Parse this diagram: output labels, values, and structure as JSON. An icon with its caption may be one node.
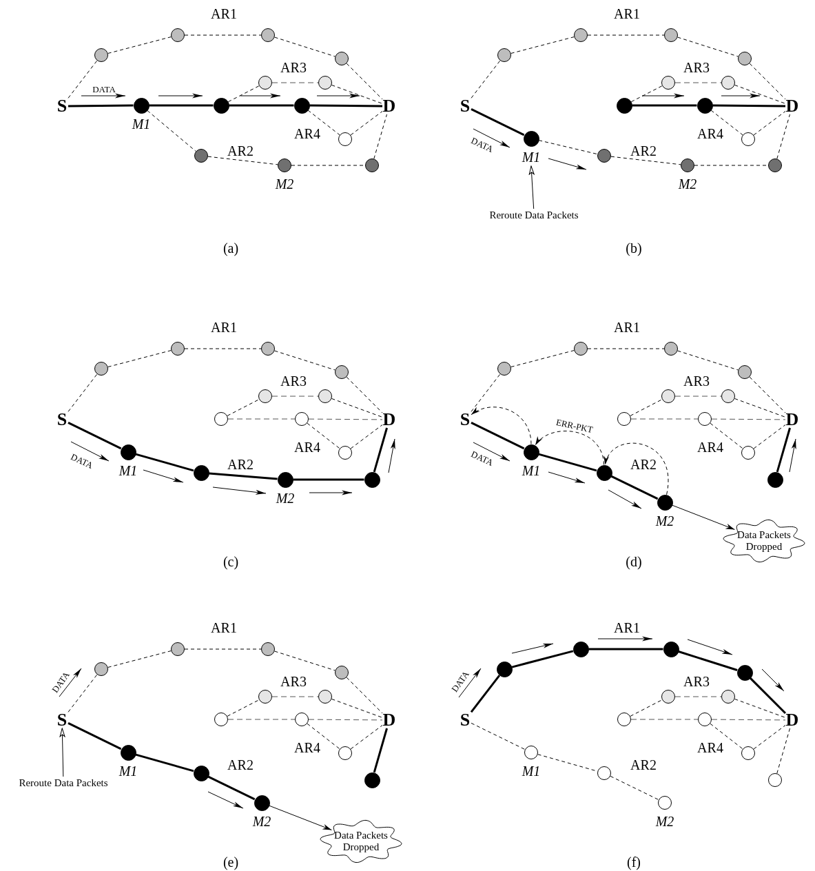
{
  "diagram": {
    "nodes": [
      {
        "text": [
          "S"
        ]
      },
      {
        "text": [],
        "shape": "circle"
      },
      {
        "text": [],
        "shape": "circle"
      },
      {
        "text": [],
        "shape": "circle"
      },
      {
        "text": [],
        "shape": "circle"
      },
      {
        "text": [],
        "shape": "circle"
      },
      {
        "text": [],
        "shape": "circle"
      },
      {
        "text": [],
        "shape": "circle",
        "beside": [
          "M1"
        ]
      },
      {
        "text": [],
        "shape": "circle"
      },
      {
        "text": [],
        "shape": "circle"
      },
      {
        "text": [],
        "shape": "circle"
      },
      {
        "text": [],
        "shape": "circle"
      },
      {
        "text": [],
        "shape": "circle",
        "beside": [
          "M2"
        ]
      },
      {
        "text": [],
        "shape": "circle"
      },
      {
        "text": [
          "D"
        ]
      },
      {
        "text": [
          "S"
        ]
      },
      {
        "text": [],
        "shape": "circle"
      },
      {
        "text": [],
        "shape": "circle"
      },
      {
        "text": [],
        "shape": "circle"
      },
      {
        "text": [],
        "shape": "circle"
      },
      {
        "text": [],
        "shape": "circle"
      },
      {
        "text": [],
        "shape": "circle"
      },
      {
        "text": [],
        "shape": "circle",
        "beside": [
          "M1"
        ]
      },
      {
        "text": [],
        "shape": "circle"
      },
      {
        "text": [],
        "shape": "circle"
      },
      {
        "text": [],
        "shape": "circle"
      },
      {
        "text": [],
        "shape": "circle"
      },
      {
        "text": [],
        "shape": "circle",
        "beside": [
          "M2"
        ]
      },
      {
        "text": [],
        "shape": "circle"
      },
      {
        "text": [
          "D"
        ]
      },
      {
        "text": [
          "Reroute Data Packets"
        ]
      },
      {
        "text": [
          "S"
        ]
      },
      {
        "text": [],
        "shape": "circle"
      },
      {
        "text": [],
        "shape": "circle"
      },
      {
        "text": [],
        "shape": "circle"
      },
      {
        "text": [],
        "shape": "circle"
      },
      {
        "text": [],
        "shape": "circle"
      },
      {
        "text": [],
        "shape": "circle"
      },
      {
        "text": [],
        "shape": "circle"
      },
      {
        "text": [],
        "shape": "circle"
      },
      {
        "text": [],
        "shape": "circle"
      },
      {
        "text": [],
        "shape": "circle",
        "beside": [
          "M1"
        ]
      },
      {
        "text": [],
        "shape": "circle"
      },
      {
        "text": [],
        "shape": "circle",
        "beside": [
          "M2"
        ]
      },
      {
        "text": [],
        "shape": "circle"
      },
      {
        "text": [
          "D"
        ]
      },
      {
        "text": [
          "S"
        ]
      },
      {
        "text": [],
        "shape": "circle"
      },
      {
        "text": [],
        "shape": "circle"
      },
      {
        "text": [],
        "shape": "circle"
      },
      {
        "text": [],
        "shape": "circle"
      },
      {
        "text": [],
        "shape": "circle"
      },
      {
        "text": [],
        "shape": "circle"
      },
      {
        "text": [],
        "shape": "circle"
      },
      {
        "text": [],
        "shape": "circle"
      },
      {
        "text": [],
        "shape": "circle"
      },
      {
        "text": [],
        "shape": "circle",
        "beside": [
          "M1"
        ]
      },
      {
        "text": [],
        "shape": "circle"
      },
      {
        "text": [],
        "shape": "circle",
        "beside": [
          "M2"
        ]
      },
      {
        "text": [],
        "shape": "circle"
      },
      {
        "text": [
          "D"
        ]
      },
      {
        "text": [
          "Data Packets Dropped"
        ]
      },
      {
        "text": [
          "S"
        ]
      },
      {
        "text": [],
        "shape": "circle"
      },
      {
        "text": [],
        "shape": "circle"
      },
      {
        "text": [],
        "shape": "circle"
      },
      {
        "text": [],
        "shape": "circle"
      },
      {
        "text": [],
        "shape": "circle"
      },
      {
        "text": [],
        "shape": "circle"
      },
      {
        "text": [],
        "shape": "circle"
      },
      {
        "text": [],
        "shape": "circle"
      },
      {
        "text": [],
        "shape": "circle"
      },
      {
        "text": [],
        "shape": "circle",
        "beside": [
          "M1"
        ]
      },
      {
        "text": [],
        "shape": "circle"
      },
      {
        "text": [],
        "shape": "circle",
        "beside": [
          "M2"
        ]
      },
      {
        "text": [],
        "shape": "circle"
      },
      {
        "text": [
          "D"
        ]
      },
      {
        "text": [
          "Reroute Data Packets"
        ]
      },
      {
        "text": [
          "Data Packets Dropped"
        ]
      },
      {
        "text": [
          "S"
        ]
      },
      {
        "text": [],
        "shape": "circle"
      },
      {
        "text": [],
        "shape": "circle"
      },
      {
        "text": [],
        "shape": "circle"
      },
      {
        "text": [],
        "shape": "circle"
      },
      {
        "text": [],
        "shape": "circle"
      },
      {
        "text": [],
        "shape": "circle"
      },
      {
        "text": [],
        "shape": "circle"
      },
      {
        "text": [],
        "shape": "circle"
      },
      {
        "text": [],
        "shape": "circle"
      },
      {
        "text": [],
        "shape": "circle",
        "beside": [
          "M1"
        ]
      },
      {
        "text": [],
        "shape": "circle"
      },
      {
        "text": [],
        "shape": "circle",
        "beside": [
          "M2"
        ]
      },
      {
        "text": [],
        "shape": "circle"
      },
      {
        "text": [
          "D"
        ]
      }
    ],
    "edges": [
      {
        "from": 0,
        "to": 1,
        "arrow": "none",
        "style": "dashed"
      },
      {
        "from": 1,
        "to": 2,
        "arrow": "none",
        "style": "dashed"
      },
      {
        "from": 2,
        "to": 3,
        "arrow": "none",
        "style": "dashed"
      },
      {
        "from": 3,
        "to": 4,
        "arrow": "none",
        "style": "dashed"
      },
      {
        "from": 4,
        "to": 14,
        "arrow": "none",
        "style": "dashed"
      },
      {
        "from": 8,
        "to": 5,
        "arrow": "none",
        "style": "dashed"
      },
      {
        "from": 5,
        "to": 6,
        "arrow": "none",
        "style": "dashed",
        "color": "#555555"
      },
      {
        "from": 6,
        "to": 14,
        "arrow": "none",
        "style": "dashed"
      },
      {
        "from": 0,
        "to": 7,
        "arrow": "none",
        "style": "thick"
      },
      {
        "from": 7,
        "to": 8,
        "arrow": "none",
        "style": "thick"
      },
      {
        "from": 8,
        "to": 9,
        "arrow": "none",
        "style": "thick"
      },
      {
        "from": 9,
        "to": 14,
        "arrow": "none",
        "style": "thick"
      },
      {
        "from": 9,
        "to": 10,
        "arrow": "none",
        "style": "dashed"
      },
      {
        "from": 10,
        "to": 14,
        "arrow": "none",
        "style": "dashed"
      },
      {
        "from": 7,
        "to": 11,
        "arrow": "none",
        "style": "dashed"
      },
      {
        "from": 11,
        "to": 12,
        "arrow": "none",
        "style": "dashed"
      },
      {
        "from": 12,
        "to": 13,
        "arrow": "none",
        "style": "dashed"
      },
      {
        "from": 13,
        "to": 14,
        "arrow": "none",
        "style": "dashed"
      },
      {
        "from": 15,
        "to": 16,
        "arrow": "none",
        "style": "dashed"
      },
      {
        "from": 16,
        "to": 17,
        "arrow": "none",
        "style": "dashed"
      },
      {
        "from": 17,
        "to": 18,
        "arrow": "none",
        "style": "dashed"
      },
      {
        "from": 18,
        "to": 19,
        "arrow": "none",
        "style": "dashed"
      },
      {
        "from": 19,
        "to": 29,
        "arrow": "none",
        "style": "dashed"
      },
      {
        "from": 23,
        "to": 20,
        "arrow": "none",
        "style": "dashed"
      },
      {
        "from": 20,
        "to": 21,
        "arrow": "none",
        "style": "dashed",
        "color": "#555555"
      },
      {
        "from": 21,
        "to": 29,
        "arrow": "none",
        "style": "dashed"
      },
      {
        "from": 15,
        "to": 22,
        "arrow": "none",
        "style": "thick"
      },
      {
        "from": 23,
        "to": 24,
        "arrow": "none",
        "style": "thick"
      },
      {
        "from": 24,
        "to": 29,
        "arrow": "none",
        "style": "thick"
      },
      {
        "from": 24,
        "to": 25,
        "arrow": "none",
        "style": "dashed"
      },
      {
        "from": 25,
        "to": 29,
        "arrow": "none",
        "style": "dashed"
      },
      {
        "from": 22,
        "to": 26,
        "arrow": "none",
        "style": "dashed"
      },
      {
        "from": 26,
        "to": 27,
        "arrow": "none",
        "style": "dashed"
      },
      {
        "from": 27,
        "to": 28,
        "arrow": "none",
        "style": "dashed"
      },
      {
        "from": 28,
        "to": 29,
        "arrow": "none",
        "style": "dashed"
      },
      {
        "from": 30,
        "to": 22,
        "arrow": "to"
      },
      {
        "from": 31,
        "to": 32,
        "arrow": "none",
        "style": "dashed"
      },
      {
        "from": 32,
        "to": 33,
        "arrow": "none",
        "style": "dashed"
      },
      {
        "from": 33,
        "to": 34,
        "arrow": "none",
        "style": "dashed"
      },
      {
        "from": 34,
        "to": 35,
        "arrow": "none",
        "style": "dashed"
      },
      {
        "from": 35,
        "to": 45,
        "arrow": "none",
        "style": "dashed"
      },
      {
        "from": 38,
        "to": 36,
        "arrow": "none",
        "style": "dashed"
      },
      {
        "from": 36,
        "to": 37,
        "arrow": "none",
        "style": "dashed",
        "color": "#555555"
      },
      {
        "from": 37,
        "to": 45,
        "arrow": "none",
        "style": "dashed"
      },
      {
        "from": 38,
        "to": 39,
        "arrow": "none",
        "style": "dashed",
        "color": "#555555"
      },
      {
        "from": 39,
        "to": 45,
        "arrow": "none",
        "style": "dashed",
        "color": "#555555"
      },
      {
        "from": 39,
        "to": 40,
        "arrow": "none",
        "style": "dashed"
      },
      {
        "from": 40,
        "to": 45,
        "arrow": "none",
        "style": "dashed"
      },
      {
        "from": 31,
        "to": 41,
        "arrow": "none",
        "style": "thick"
      },
      {
        "from": 41,
        "to": 42,
        "arrow": "none",
        "style": "thick"
      },
      {
        "from": 42,
        "to": 43,
        "arrow": "none",
        "style": "thick"
      },
      {
        "from": 43,
        "to": 44,
        "arrow": "none",
        "style": "thick"
      },
      {
        "from": 44,
        "to": 45,
        "arrow": "none",
        "style": "thick"
      },
      {
        "from": 46,
        "to": 47,
        "arrow": "none",
        "style": "dashed"
      },
      {
        "from": 47,
        "to": 48,
        "arrow": "none",
        "style": "dashed"
      },
      {
        "from": 48,
        "to": 49,
        "arrow": "none",
        "style": "dashed"
      },
      {
        "from": 49,
        "to": 50,
        "arrow": "none",
        "style": "dashed"
      },
      {
        "from": 50,
        "to": 60,
        "arrow": "none",
        "style": "dashed"
      },
      {
        "from": 53,
        "to": 51,
        "arrow": "none",
        "style": "dashed"
      },
      {
        "from": 51,
        "to": 52,
        "arrow": "none",
        "style": "dashed",
        "color": "#555555"
      },
      {
        "from": 52,
        "to": 60,
        "arrow": "none",
        "style": "dashed"
      },
      {
        "from": 53,
        "to": 54,
        "arrow": "none",
        "style": "dashed",
        "color": "#555555"
      },
      {
        "from": 54,
        "to": 60,
        "arrow": "none",
        "style": "dashed",
        "color": "#555555"
      },
      {
        "from": 54,
        "to": 55,
        "arrow": "none",
        "style": "dashed"
      },
      {
        "from": 55,
        "to": 60,
        "arrow": "none",
        "style": "dashed"
      },
      {
        "from": 46,
        "to": 56,
        "arrow": "none",
        "style": "thick"
      },
      {
        "from": 56,
        "to": 57,
        "arrow": "none",
        "style": "thick"
      },
      {
        "from": 57,
        "to": 58,
        "arrow": "none",
        "style": "thick"
      },
      {
        "from": 59,
        "to": 60,
        "arrow": "none",
        "style": "thick"
      },
      {
        "from": 56,
        "to": 46,
        "arrow": "to",
        "style": "dashed"
      },
      {
        "from": 57,
        "to": 56,
        "arrow": "to",
        "style": "dashed",
        "label": "ERR-PKT"
      },
      {
        "from": 58,
        "to": 57,
        "arrow": "to",
        "style": "dashed"
      },
      {
        "from": 58,
        "to": 61,
        "arrow": "to"
      },
      {
        "from": 62,
        "to": 63,
        "arrow": "none",
        "style": "dashed"
      },
      {
        "from": 63,
        "to": 64,
        "arrow": "none",
        "style": "dashed"
      },
      {
        "from": 64,
        "to": 65,
        "arrow": "none",
        "style": "dashed"
      },
      {
        "from": 65,
        "to": 66,
        "arrow": "none",
        "style": "dashed"
      },
      {
        "from": 66,
        "to": 76,
        "arrow": "none",
        "style": "dashed"
      },
      {
        "from": 69,
        "to": 67,
        "arrow": "none",
        "style": "dashed"
      },
      {
        "from": 67,
        "to": 68,
        "arrow": "none",
        "style": "dashed",
        "color": "#555555"
      },
      {
        "from": 68,
        "to": 76,
        "arrow": "none",
        "style": "dashed"
      },
      {
        "from": 69,
        "to": 70,
        "arrow": "none",
        "style": "dashed",
        "color": "#555555"
      },
      {
        "from": 70,
        "to": 76,
        "arrow": "none",
        "style": "dashed",
        "color": "#555555"
      },
      {
        "from": 70,
        "to": 71,
        "arrow": "none",
        "style": "dashed"
      },
      {
        "from": 71,
        "to": 76,
        "arrow": "none",
        "style": "dashed"
      },
      {
        "from": 62,
        "to": 72,
        "arrow": "none",
        "style": "thick"
      },
      {
        "from": 72,
        "to": 73,
        "arrow": "none",
        "style": "thick"
      },
      {
        "from": 73,
        "to": 74,
        "arrow": "none",
        "style": "thick"
      },
      {
        "from": 75,
        "to": 76,
        "arrow": "none",
        "style": "thick"
      },
      {
        "from": 74,
        "to": 78,
        "arrow": "to"
      },
      {
        "from": 77,
        "to": 62,
        "arrow": "to"
      },
      {
        "from": 79,
        "to": 80,
        "arrow": "none",
        "style": "thick"
      },
      {
        "from": 80,
        "to": 81,
        "arrow": "none",
        "style": "thick"
      },
      {
        "from": 81,
        "to": 82,
        "arrow": "none",
        "style": "thick"
      },
      {
        "from": 82,
        "to": 83,
        "arrow": "none",
        "style": "thick"
      },
      {
        "from": 83,
        "to": 93,
        "arrow": "none",
        "style": "thick"
      },
      {
        "from": 86,
        "to": 84,
        "arrow": "none",
        "style": "dashed"
      },
      {
        "from": 84,
        "to": 85,
        "arrow": "none",
        "style": "dashed",
        "color": "#555555"
      },
      {
        "from": 85,
        "to": 93,
        "arrow": "none",
        "style": "dashed"
      },
      {
        "from": 86,
        "to": 87,
        "arrow": "none",
        "style": "dashed",
        "color": "#555555"
      },
      {
        "from": 87,
        "to": 93,
        "arrow": "none",
        "style": "dashed",
        "color": "#555555"
      },
      {
        "from": 87,
        "to": 88,
        "arrow": "none",
        "style": "dashed"
      },
      {
        "from": 88,
        "to": 93,
        "arrow": "none",
        "style": "dashed"
      },
      {
        "from": 79,
        "to": 89,
        "arrow": "none",
        "style": "dashed"
      },
      {
        "from": 89,
        "to": 90,
        "arrow": "none",
        "style": "dashed"
      },
      {
        "from": 90,
        "to": 91,
        "arrow": "none",
        "style": "dashed"
      },
      {
        "from": 92,
        "to": 93,
        "arrow": "none",
        "style": "dashed"
      }
    ],
    "labels": [
      "AR1",
      "AR3",
      "AR4",
      "AR2",
      "DATA",
      "(a)",
      "AR1",
      "AR3",
      "AR4",
      "AR2",
      "DATA",
      "(b)",
      "AR1",
      "AR3",
      "AR4",
      "AR2",
      "DATA",
      "(c)",
      "AR1",
      "AR3",
      "AR4",
      "AR2",
      "DATA",
      "(d)",
      "AR1",
      "AR3",
      "AR4",
      "AR2",
      "DATA",
      "(e)",
      "AR1",
      "AR3",
      "AR4",
      "AR2",
      "DATA",
      "(f)"
    ]
  }
}
